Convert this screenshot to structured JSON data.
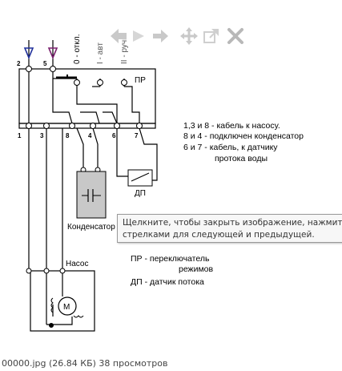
{
  "diagram": {
    "top_terminals": [
      "2",
      "5"
    ],
    "switch_positions": [
      "0 - откл.",
      "I - авт",
      "II - ручн"
    ],
    "switch_label": "ПР",
    "bottom_terminals": [
      "1",
      "3",
      "8",
      "4",
      "6",
      "7"
    ],
    "capacitor_label": "Конденсатор",
    "flow_sensor_label": "ДП",
    "pump_label": "Насос",
    "motor_label": "M"
  },
  "notes": {
    "line1": "1,3 и 8 - кабель к насосу.",
    "line2": "8 и 4 - подключен конденсатор",
    "line3": "6 и 7 - кабель,  к датчику",
    "line4": "протока воды"
  },
  "legend": {
    "pr_line1": "ПР - переключатель",
    "pr_line2": "режимов",
    "dp": "ДП - датчик потока"
  },
  "tooltip": {
    "line1": "Щелкните, чтобы закрыть изображение, нажмите",
    "line2": "стрелками для следующей и предыдущей."
  },
  "caption": "00000.jpg (26.84 КБ) 38 просмотров",
  "colors": {
    "arrow_blue": "#1f2f9a",
    "arrow_purple": "#7a1f6e",
    "toolbar_icon": "#c9c9c9",
    "close_icon": "#b8b8b8"
  }
}
